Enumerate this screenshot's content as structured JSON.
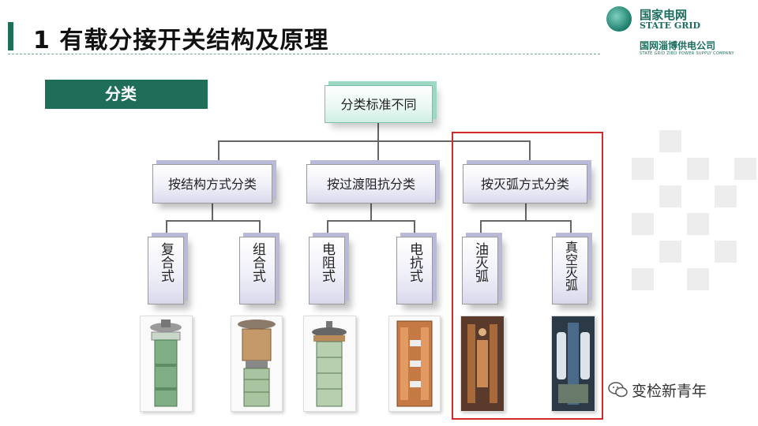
{
  "slide": {
    "title": "1  有载分接开关结构及原理",
    "section_tag": "分类"
  },
  "logo": {
    "name_cn": "国家电网",
    "name_en": "STATE GRID",
    "sub_cn": "国网淄博供电公司",
    "sub_en": "STATE GRID ZIBO POWER SUPPLY COMPANY"
  },
  "diagram": {
    "root": "分类标准不同",
    "groups": [
      {
        "label": "按结构方式分类",
        "leaves": [
          "复合式",
          "组合式"
        ]
      },
      {
        "label": "按过渡阻抗分类",
        "leaves": [
          "电阻式",
          "电抗式"
        ]
      },
      {
        "label": "按灭弧方式分类",
        "leaves": [
          "油灭弧",
          "真空灭弧"
        ]
      }
    ]
  },
  "watermark": {
    "text": "变检新青年"
  },
  "colors": {
    "brand_green": "#1f6e5a",
    "highlight_red": "#d22a2a"
  }
}
